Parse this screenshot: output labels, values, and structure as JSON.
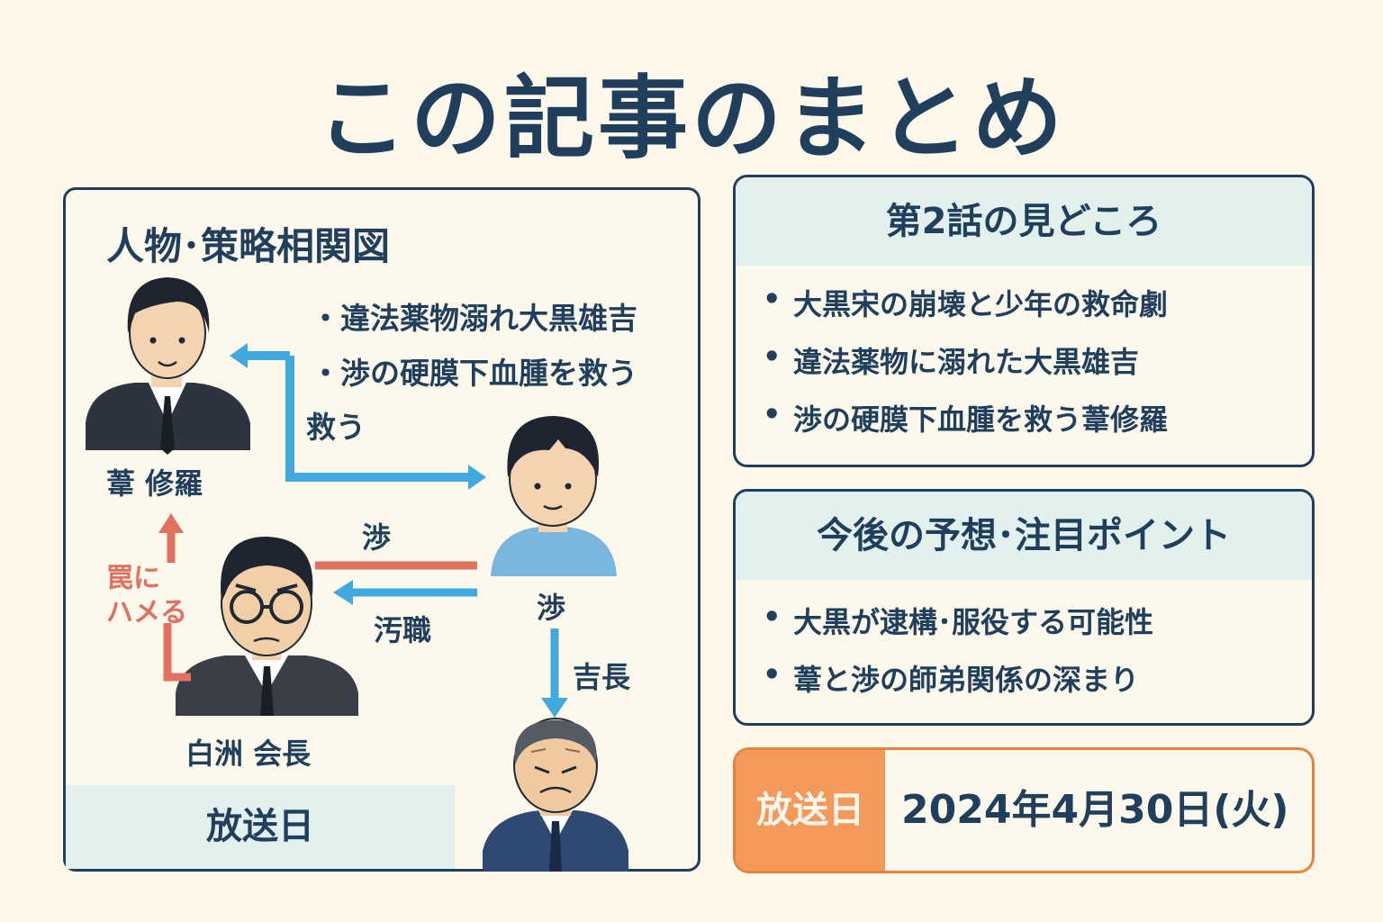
{
  "title": "この記事のまとめ",
  "diagram": {
    "title": "人物･策略相関図",
    "strategy_lines": [
      "・違法薬物溺れ大黒雄吉",
      "・渉の硬膜下血腫を救う",
      "救う"
    ],
    "people": {
      "top_left": "葦 修羅",
      "center": "渉",
      "bottom_left": "白洲 会長"
    },
    "arrow_labels": {
      "wataru_top": "渉",
      "corruption": "汚職",
      "boss": "吉長",
      "trap": "罠に\nハメる"
    },
    "broadcast_label": "放送日",
    "colors": {
      "blue_arrow": "#3fa9e0",
      "red_arrow": "#e07060"
    }
  },
  "highlights": {
    "title": "第2話の見どころ",
    "items": [
      "大黒宋の崩壊と少年の救命劇",
      "違法薬物に溺れた大黒雄吉",
      "渉の硬膜下血腫を救う葦修羅"
    ]
  },
  "predictions": {
    "title": "今後の予想･注目ポイント",
    "items": [
      "大黒が逮構･服役する可能性",
      "葦と渉の師弟関係の深まり"
    ]
  },
  "broadcast": {
    "label": "放送日",
    "date": "2024年4月30日(火)"
  }
}
